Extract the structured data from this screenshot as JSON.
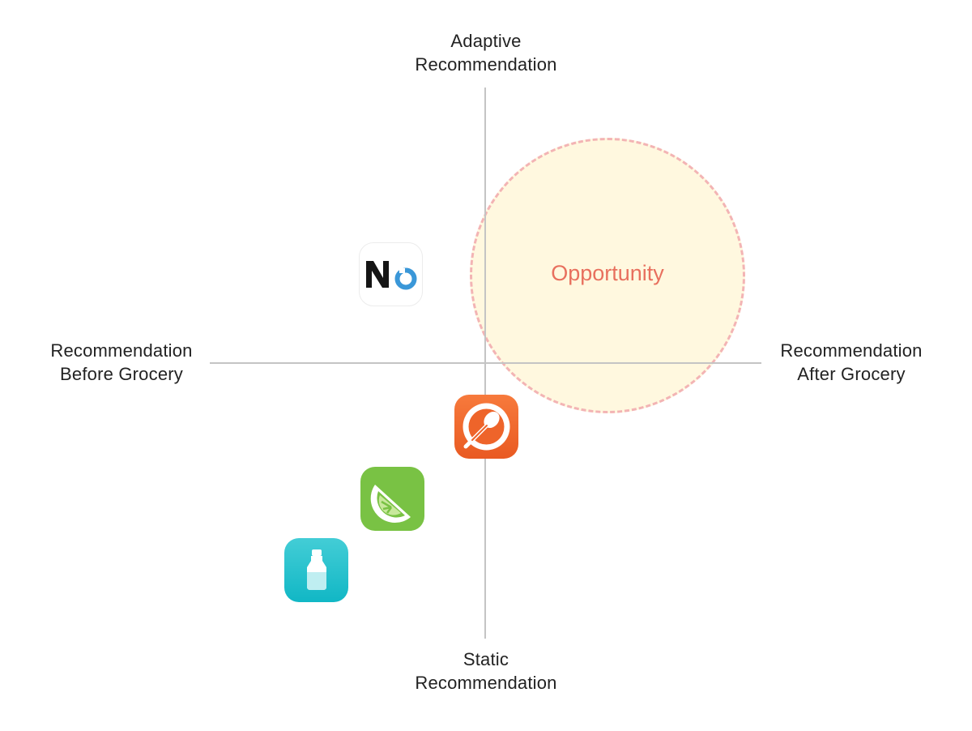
{
  "axes": {
    "top": [
      "Adaptive",
      "Recommendation"
    ],
    "bottom": [
      "Static",
      "Recommendation"
    ],
    "left": [
      "Recommendation",
      "Before Grocery"
    ],
    "right": [
      "Recommendation",
      "After Grocery"
    ]
  },
  "opportunity": {
    "label": "Opportunity",
    "fill_color": "#fff2c4",
    "border_color": "#f3b4b4",
    "text_color": "#e8705e"
  },
  "apps": [
    {
      "icon": "no-logo-icon",
      "text": "No",
      "background": "#ffffff"
    },
    {
      "icon": "spoon-icon",
      "background": "#ef6a2c"
    },
    {
      "icon": "lime-icon",
      "background": "#79c244"
    },
    {
      "icon": "milk-bottle-icon",
      "background": "#1dbfcc"
    }
  ]
}
